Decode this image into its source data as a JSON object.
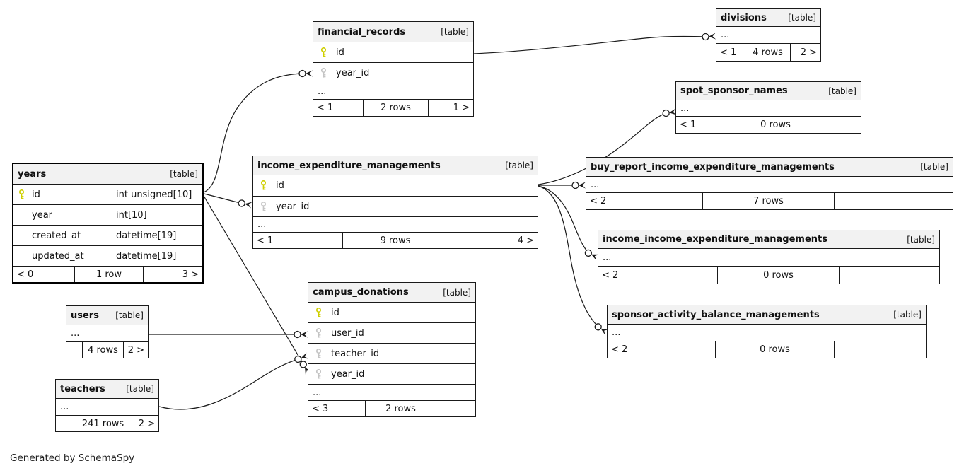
{
  "diagram": {
    "footer_note": "Generated by SchemaSpy",
    "colors": {
      "header_bg": "#f2f2f2",
      "border": "#1a1a1a",
      "pk_key": "#cfcf00",
      "fk_key": "#c4c4c4"
    },
    "tables": [
      {
        "name": "years",
        "tag": "[table]",
        "columns": [
          {
            "name": "id",
            "type": "int unsigned[10]",
            "key": "primary"
          },
          {
            "name": "year",
            "type": "int[10]",
            "key": "none"
          },
          {
            "name": "created_at",
            "type": "datetime[19]",
            "key": "none"
          },
          {
            "name": "updated_at",
            "type": "datetime[19]",
            "key": "none"
          }
        ],
        "footer": {
          "left": "< 0",
          "center": "1 row",
          "right": "3 >"
        }
      },
      {
        "name": "financial_records",
        "tag": "[table]",
        "columns": [
          {
            "name": "id",
            "key": "primary"
          },
          {
            "name": "year_id",
            "key": "foreign"
          }
        ],
        "ellipsis": "...",
        "footer": {
          "left": "< 1",
          "center": "2 rows",
          "right": "1 >"
        }
      },
      {
        "name": "divisions",
        "tag": "[table]",
        "ellipsis": "...",
        "footer": {
          "left": "< 1",
          "center": "4 rows",
          "right": "2 >"
        }
      },
      {
        "name": "spot_sponsor_names",
        "tag": "[table]",
        "ellipsis": "...",
        "footer": {
          "left": "< 1",
          "center": "0 rows",
          "right": ""
        }
      },
      {
        "name": "income_expenditure_managements",
        "tag": "[table]",
        "columns": [
          {
            "name": "id",
            "key": "primary"
          },
          {
            "name": "year_id",
            "key": "foreign"
          }
        ],
        "ellipsis": "...",
        "footer": {
          "left": "< 1",
          "center": "9 rows",
          "right": "4 >"
        }
      },
      {
        "name": "buy_report_income_expenditure_managements",
        "tag": "[table]",
        "ellipsis": "...",
        "footer": {
          "left": "< 2",
          "center": "7 rows",
          "right": ""
        }
      },
      {
        "name": "income_income_expenditure_managements",
        "tag": "[table]",
        "ellipsis": "...",
        "footer": {
          "left": "< 2",
          "center": "0 rows",
          "right": ""
        }
      },
      {
        "name": "sponsor_activity_balance_managements",
        "tag": "[table]",
        "ellipsis": "...",
        "footer": {
          "left": "< 2",
          "center": "0 rows",
          "right": ""
        }
      },
      {
        "name": "campus_donations",
        "tag": "[table]",
        "columns": [
          {
            "name": "id",
            "key": "primary"
          },
          {
            "name": "user_id",
            "key": "foreign"
          },
          {
            "name": "teacher_id",
            "key": "foreign"
          },
          {
            "name": "year_id",
            "key": "foreign"
          }
        ],
        "ellipsis": "...",
        "footer": {
          "left": "< 3",
          "center": "2 rows",
          "right": ""
        }
      },
      {
        "name": "users",
        "tag": "[table]",
        "ellipsis": "...",
        "footer": {
          "left": "",
          "center": "4 rows",
          "right": "2 >"
        }
      },
      {
        "name": "teachers",
        "tag": "[table]",
        "ellipsis": "...",
        "footer": {
          "left": "",
          "center": "241 rows",
          "right": "2 >"
        }
      }
    ],
    "relationships": [
      {
        "from": "years.id",
        "to": "financial_records.year_id"
      },
      {
        "from": "years.id",
        "to": "income_expenditure_managements.year_id"
      },
      {
        "from": "years.id",
        "to": "campus_donations.year_id"
      },
      {
        "from": "financial_records.id",
        "to": "divisions"
      },
      {
        "from": "income_expenditure_managements.id",
        "to": "spot_sponsor_names"
      },
      {
        "from": "income_expenditure_managements.id",
        "to": "buy_report_income_expenditure_managements"
      },
      {
        "from": "income_expenditure_managements.id",
        "to": "income_income_expenditure_managements"
      },
      {
        "from": "income_expenditure_managements.id",
        "to": "sponsor_activity_balance_managements"
      },
      {
        "from": "users",
        "to": "campus_donations.user_id"
      },
      {
        "from": "teachers",
        "to": "campus_donations.teacher_id"
      }
    ]
  }
}
